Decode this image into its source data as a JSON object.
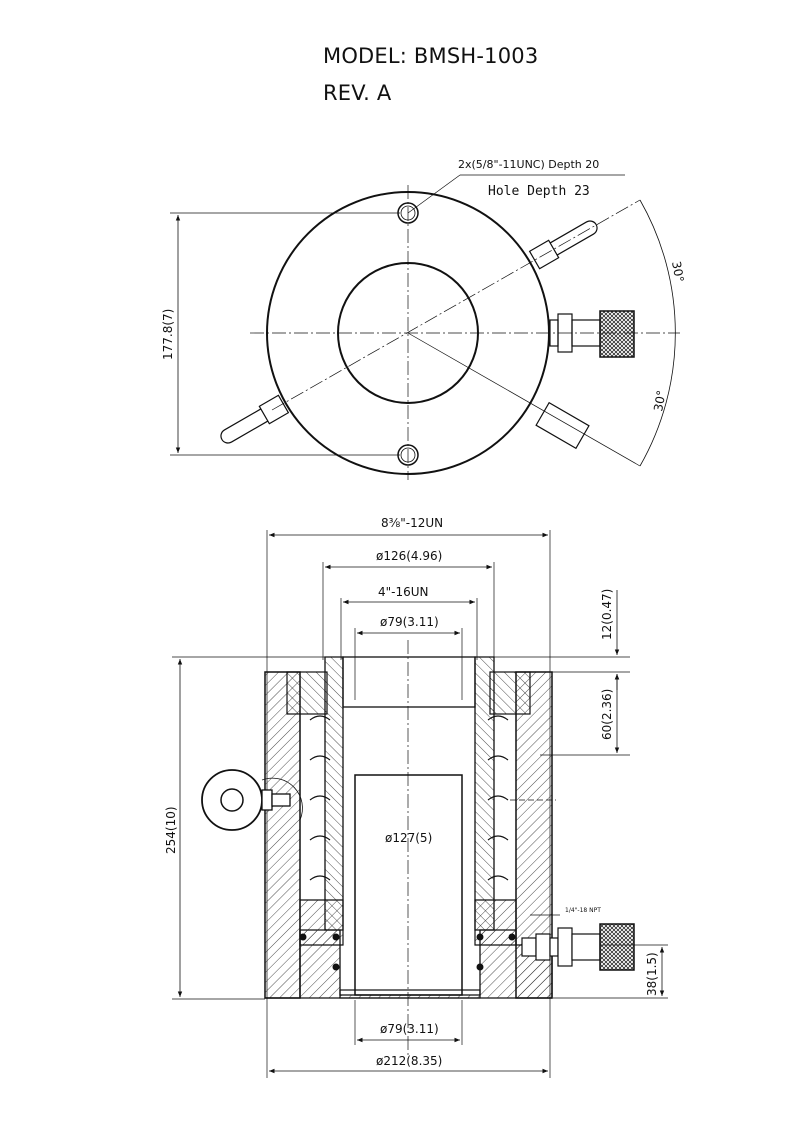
{
  "header": {
    "model": "MODEL: BMSH-1003",
    "rev": "REV. A"
  },
  "top_view": {
    "hole_note": "2x(5/8\"-11UNC) Depth 20",
    "hole_depth": "Hole Depth 23",
    "height_dim": "177.8(7)",
    "angle_upper": "30°",
    "angle_lower": "30°"
  },
  "section_view": {
    "thread_outer": "8⅜\"-12UN",
    "dia_126": "ø126(4.96)",
    "thread_inner": "4\"-16UN",
    "dia_79_top": "ø79(3.11)",
    "dim_12": "12(0.47)",
    "dim_60": "60(2.36)",
    "height_254": "254(10)",
    "dia_127": "ø127(5)",
    "port_note": "1/4\"-18 NPT",
    "dim_38": "38(1.5)",
    "dia_79_bottom": "ø79(3.11)",
    "dia_212": "ø212(8.35)"
  },
  "colors": {
    "line": "#111111",
    "background": "#ffffff"
  }
}
